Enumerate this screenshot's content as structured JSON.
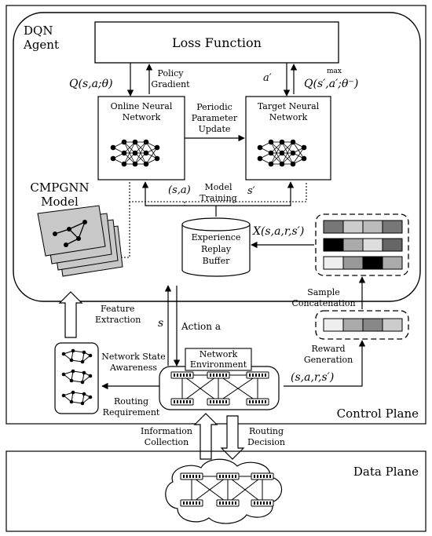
{
  "control_plane": {
    "label": "Control Plane",
    "dqn_agent": {
      "line1": "DQN",
      "line2": "Agent"
    },
    "loss_function": "Loss Function",
    "q_online": "Q(s,a;θ)",
    "policy_gradient": {
      "line1": "Policy",
      "line2": "Gradient"
    },
    "a_prime": "a′",
    "q_target": {
      "text": "Q(s′,a′;θ⁻)",
      "max": "max"
    },
    "online_nn": {
      "line1": "Online Neural",
      "line2": "Network"
    },
    "target_nn": {
      "line1": "Target Neural",
      "line2": "Network"
    },
    "periodic_update": {
      "line1": "Periodic",
      "line2": "Parameter",
      "line3": "Update"
    },
    "cmpgnn_model": {
      "line1": "CMPGNN",
      "line2": "Model"
    },
    "sa_label": "(s,a)",
    "model_training": {
      "line1": "Model",
      "line2": "Training"
    },
    "s_prime": "s′",
    "experience_replay": {
      "line1": "Experience",
      "line2": "Replay",
      "line3": "Buffer"
    },
    "transition_set": "X(s,a,r,s′)",
    "sample_concat": {
      "line1": "Sample",
      "line2": "Concatenation"
    },
    "feature_extraction": {
      "line1": "Feature",
      "line2": "Extraction"
    },
    "state_s": "s",
    "action_a": "Action a",
    "network_state_awareness": {
      "line1": "Network State",
      "line2": "Awareness"
    },
    "network_environment": {
      "line1": "Network",
      "line2": "Environment"
    },
    "reward_generation": {
      "line1": "Reward",
      "line2": "Generation"
    },
    "transition": "(s,a,r,s′)",
    "routing_requirement": {
      "line1": "Routing",
      "line2": "Requirement"
    }
  },
  "interface": {
    "information_collection": {
      "line1": "Information",
      "line2": "Collection"
    },
    "routing_decision": {
      "line1": "Routing",
      "line2": "Decision"
    }
  },
  "data_plane": {
    "label": "Data Plane"
  },
  "replay_rows": [
    [
      "#777777",
      "#cccccc",
      "#bbbbbb",
      "#777777"
    ],
    [
      "#000000",
      "#aaaaaa",
      "#dddddd",
      "#666666"
    ],
    [
      "#eeeeee",
      "#999999",
      "#000000",
      "#aaaaaa"
    ]
  ],
  "concat_row": [
    "#eeeeee",
    "#aaaaaa",
    "#888888",
    "#cccccc"
  ]
}
